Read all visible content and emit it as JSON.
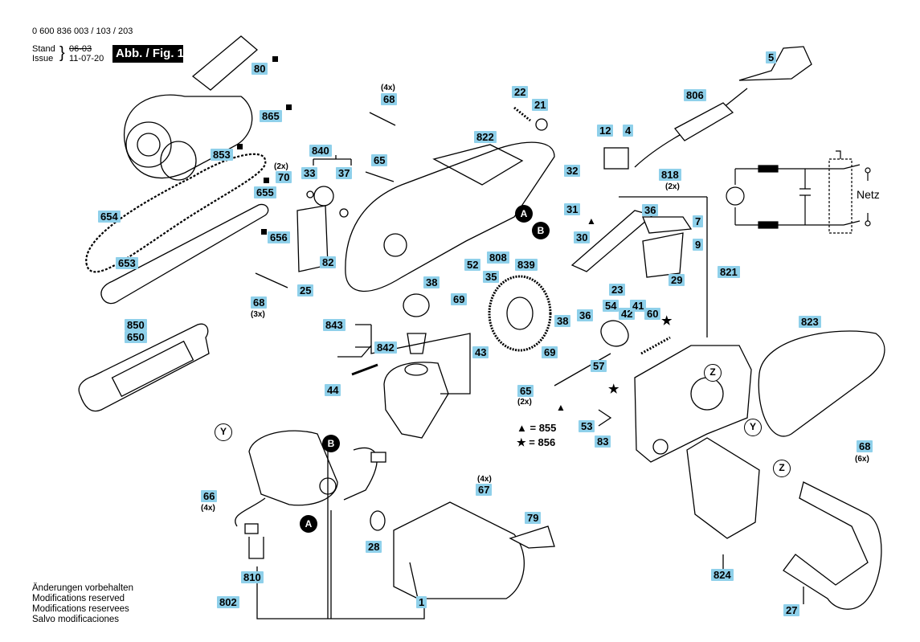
{
  "header": {
    "doc_number": "0 600 836 003 / 103 / 203",
    "stand_label": "Stand",
    "issue_label": "Issue",
    "old_date": "06-03",
    "new_date": "11-07-20",
    "figure_label": "Abb. / Fig. 1"
  },
  "modifications": [
    "Änderungen vorbehalten",
    "Modifications reserved",
    "Modifications reservees",
    "Salvo modificaciones"
  ],
  "legend": {
    "triangle_symbol": "▲",
    "triangle_text": "= 855",
    "star_symbol": "★",
    "star_text": "= 856"
  },
  "circuit": {
    "label": "Netz"
  },
  "callout_labels": {
    "p80": "80",
    "p865": "865",
    "p853": "853",
    "p654": "654",
    "p653": "653",
    "p850": "850",
    "p650": "650",
    "p655": "655",
    "p656": "656",
    "p70": "70",
    "p840": "840",
    "p33": "33",
    "p37": "37",
    "p82": "82",
    "p25": "25",
    "p68a": "68",
    "p68b": "68",
    "p68c": "68",
    "p65a": "65",
    "p65b": "65",
    "p822": "822",
    "p22": "22",
    "p21": "21",
    "p806": "806",
    "p5": "5",
    "p12": "12",
    "p4": "4",
    "p818": "818",
    "p32": "32",
    "p31": "31",
    "p808": "808",
    "p839": "839",
    "p52": "52",
    "p35": "35",
    "p38a": "38",
    "p38b": "38",
    "p69a": "69",
    "p69b": "69",
    "p843": "843",
    "p842": "842",
    "p43": "43",
    "p44": "44",
    "p36a": "36",
    "p36b": "36",
    "p7": "7",
    "p9": "9",
    "p30": "30",
    "p29": "29",
    "p23": "23",
    "p821": "821",
    "p54": "54",
    "p42": "42",
    "p41": "41",
    "p60": "60",
    "p57": "57",
    "p53": "53",
    "p83": "83",
    "p823": "823",
    "p66": "66",
    "p67": "67",
    "p79": "79",
    "p28": "28",
    "p810": "810",
    "p802": "802",
    "p1": "1",
    "p824": "824",
    "p27": "27"
  },
  "quantity_notes": {
    "q4x_68": "(4x)",
    "q2x_70": "(2x)",
    "q3x_68": "(3x)",
    "q2x_818": "(2x)",
    "q2x_65": "(2x)",
    "q6x_68": "(6x)",
    "q4x_66": "(4x)",
    "q4x_67": "(4x)"
  },
  "reference_markers": {
    "a1": "A",
    "b1": "B",
    "b2": "B",
    "a2": "A",
    "y1": "Y",
    "y2": "Y",
    "z1": "Z",
    "z2": "Z"
  }
}
